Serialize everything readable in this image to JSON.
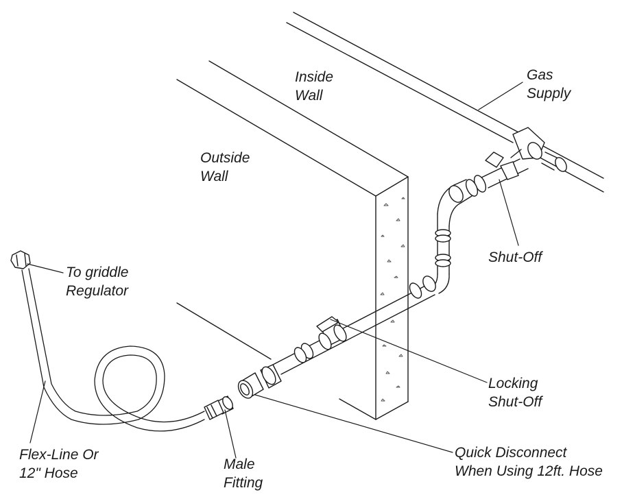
{
  "labels": {
    "gas_supply": [
      "Gas",
      "Supply"
    ],
    "inside_wall": [
      "Inside",
      "Wall"
    ],
    "outside_wall": [
      "Outside",
      "Wall"
    ],
    "to_griddle_regulator": [
      "To griddle",
      "Regulator"
    ],
    "shut_off": [
      "Shut-Off"
    ],
    "locking_shut_off": [
      "Locking",
      "Shut-Off"
    ],
    "quick_disconnect": [
      "Quick Disconnect",
      "When Using 12ft. Hose"
    ],
    "flex_line": [
      "Flex-Line Or",
      "12\" Hose"
    ],
    "male_fitting": [
      "Male",
      "Fitting"
    ]
  },
  "colors": {
    "line": "#1a1a1a",
    "background": "#ffffff",
    "wall_texture": "#555555"
  }
}
